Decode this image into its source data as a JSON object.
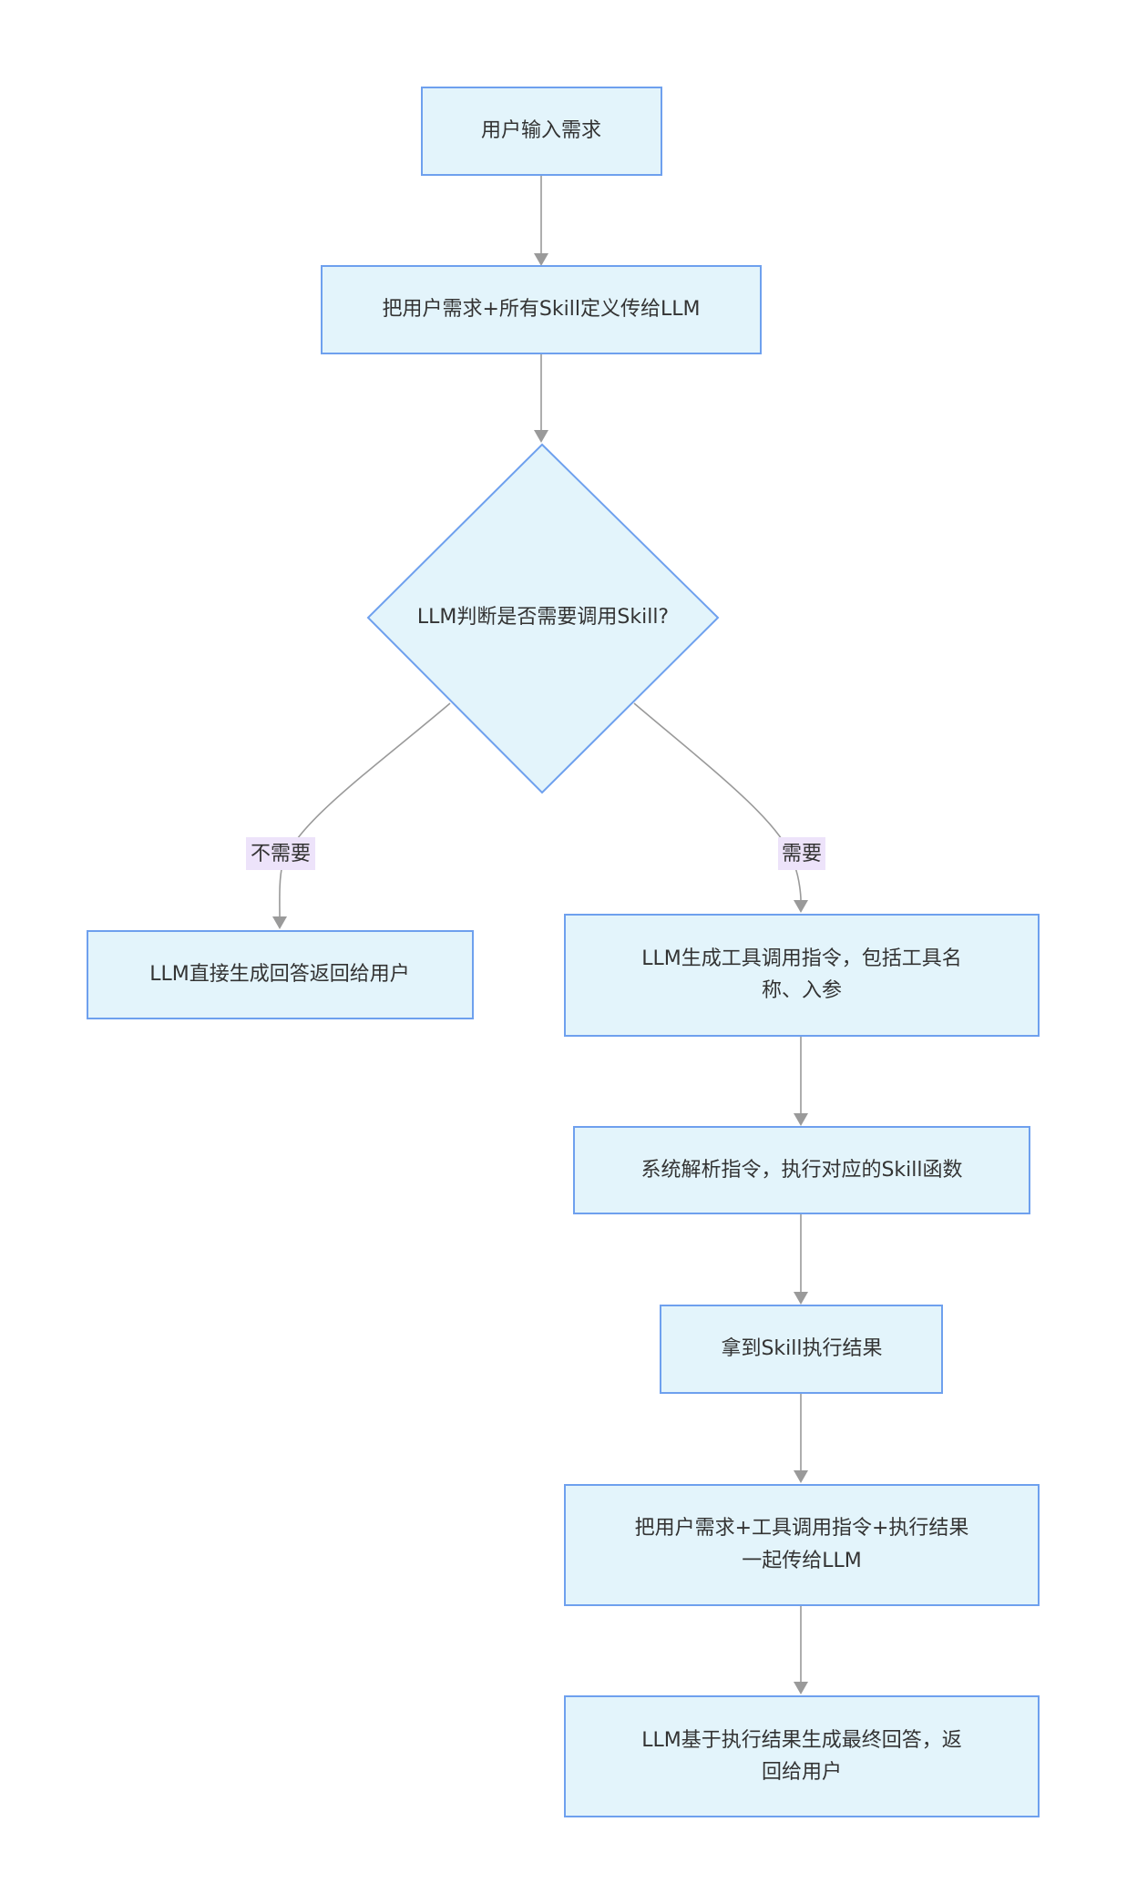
{
  "nodes": {
    "input": {
      "label": "用户输入需求"
    },
    "send_skills": {
      "label": "把用户需求+所有Skill定义传给LLM"
    },
    "decision": {
      "label": "LLM判断是否需要调用Skill?"
    },
    "direct_answer": {
      "label": "LLM直接生成回答返回给用户"
    },
    "gen_call": {
      "line1": "LLM生成工具调用指令，包括工具名",
      "line2": "称、入参"
    },
    "execute": {
      "label": "系统解析指令，执行对应的Skill函数"
    },
    "get_result": {
      "label": "拿到Skill执行结果"
    },
    "send_all": {
      "line1": "把用户需求+工具调用指令+执行结果",
      "line2": "一起传给LLM"
    },
    "final_answer": {
      "line1": "LLM基于执行结果生成最终回答，返",
      "line2": "回给用户"
    }
  },
  "edges": {
    "no_label": "不需要",
    "yes_label": "需要"
  },
  "colors": {
    "node_fill": "#e3f4fb",
    "node_stroke": "#6ea0ee",
    "edge": "#9a9a9a",
    "label_bg": "#ede3fa",
    "text": "#333333"
  }
}
